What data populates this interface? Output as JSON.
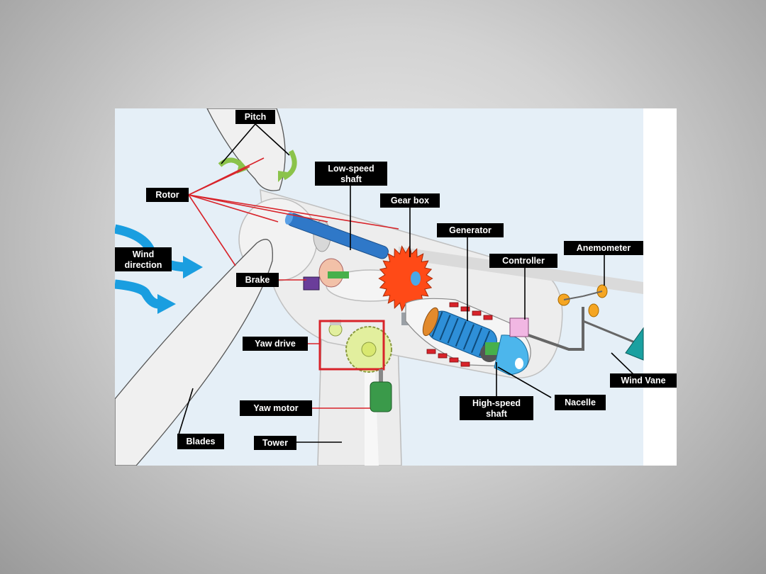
{
  "labels": {
    "pitch": "Pitch",
    "low_speed_shaft_1": "Low-speed",
    "low_speed_shaft_2": "shaft",
    "rotor": "Rotor",
    "gear_box": "Gear box",
    "generator": "Generator",
    "anemometer": "Anemometer",
    "wind_direction_1": "Wind",
    "wind_direction_2": "direction",
    "controller": "Controller",
    "brake": "Brake",
    "yaw_drive": "Yaw drive",
    "wind_vane": "Wind Vane",
    "yaw_motor": "Yaw motor",
    "high_speed_shaft_1": "High-speed",
    "high_speed_shaft_2": "shaft",
    "nacelle": "Nacelle",
    "blades": "Blades",
    "tower": "Tower"
  },
  "colors": {
    "label_bg": "#000000",
    "label_text": "#ffffff",
    "leader_red": "#d8232a",
    "sky": "#e5eff7",
    "wind_arrow": "#1a9ee0",
    "gear": "#ff4a17",
    "generator": "#2e8fd8",
    "shaft": "#2f78c8",
    "yaw_gear": "#e2ef9e",
    "yaw_motor": "#3a9a4a",
    "wind_vane": "#1aa0a0",
    "anemometer_cup": "#f5a623"
  }
}
